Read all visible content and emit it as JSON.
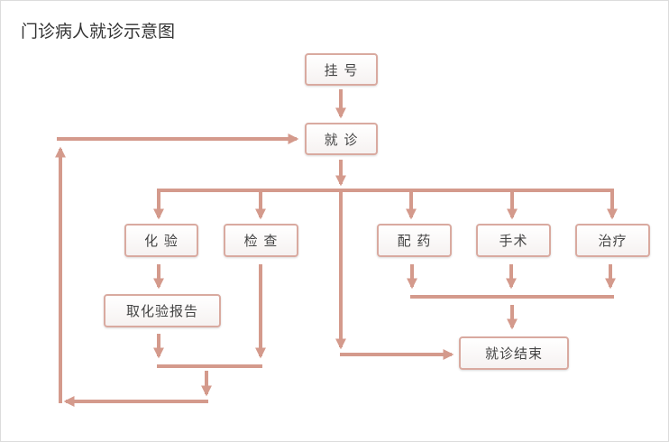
{
  "title": "门诊病人就诊示意图",
  "colors": {
    "arrow": "#d49a8c",
    "node_border": "#d9aaa0",
    "text": "#444444",
    "frame_border": "#dcdcdc"
  },
  "nodes": {
    "register": "挂 号",
    "consult": "就 诊",
    "lab_test": "化 验",
    "examination": "检 查",
    "dispense": "配 药",
    "surgery": "手术",
    "treatment": "治疗",
    "lab_report": "取化验报告",
    "end": "就诊结束"
  }
}
